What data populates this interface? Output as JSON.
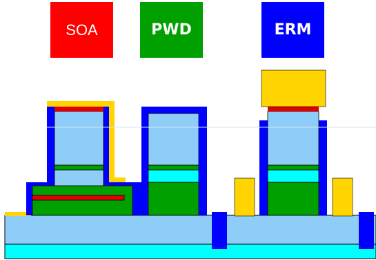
{
  "labels": {
    "soa": "SOA",
    "pwd": "PWD",
    "erm": "ERM"
  },
  "colors": {
    "soa": "#ff0000",
    "pwd": "#00a000",
    "erm": "#0000ff",
    "light_blue": "#8ecdf7",
    "cyan": "#00ffff",
    "dark_blue": "#0000ff",
    "green": "#00a000",
    "yellow": "#ffd400",
    "red": "#e00000"
  }
}
